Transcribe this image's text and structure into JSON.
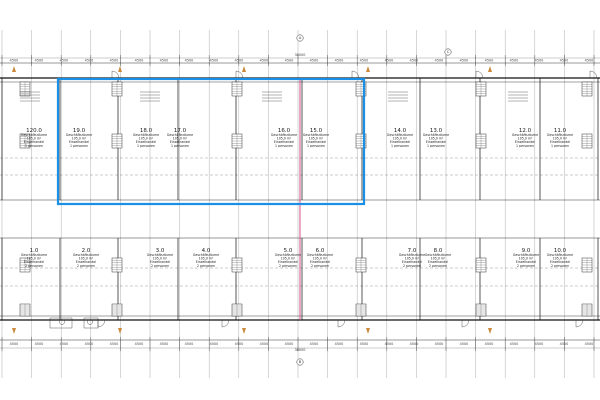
{
  "colors": {
    "selection": "#1a8fe6",
    "partition": "#d04080",
    "grid": "#777777",
    "wall": "#111111",
    "stair_accent": "#c98a3a"
  },
  "top_dims": [
    "4500",
    "4500",
    "4500",
    "4500",
    "4500",
    "4500",
    "4500",
    "4500",
    "4500",
    "4500",
    "4500",
    "4500",
    "4500",
    "4500",
    "4500",
    "4500",
    "4500",
    "4500",
    "4500",
    "4500",
    "4500",
    "4500",
    "4500",
    "4500"
  ],
  "bottom_dims": [
    "4500",
    "4500",
    "4500",
    "4500",
    "4500",
    "4500",
    "4500",
    "4500",
    "4500",
    "4500",
    "4500",
    "4500",
    "4500",
    "4500",
    "4500",
    "4500",
    "4500",
    "4500",
    "4500",
    "4500",
    "4500",
    "4500",
    "4500",
    "4500"
  ],
  "top_total": "36000",
  "bottom_total": "36000",
  "axis_markers": [
    "A",
    "B",
    "C"
  ],
  "upper_units": [
    {
      "number": "120.0",
      "lines": [
        "Geschäftsräume",
        "105,0 m²",
        "Einzelhandel",
        "1 personen"
      ]
    },
    {
      "number": "19.0",
      "lines": [
        "Geschäftsräume",
        "105,0 m²",
        "Einzelhandel",
        "1 personen"
      ]
    },
    {
      "number": "18.0",
      "lines": [
        "Geschäftsräume",
        "105,0 m²",
        "Einzelhandel",
        "1 personen"
      ]
    },
    {
      "number": "17.0",
      "lines": [
        "Geschäftsräume",
        "105,0 m²",
        "Einzelhandel",
        "1 personen"
      ]
    },
    {
      "number": "16.0",
      "lines": [
        "Geschäftsräume",
        "105,0 m²",
        "Einzelhandel",
        "1 personen"
      ]
    },
    {
      "number": "15.0",
      "lines": [
        "Geschäftsräume",
        "105,0 m²",
        "Einzelhandel",
        "1 personen"
      ]
    },
    {
      "number": "14.0",
      "lines": [
        "Geschäftsräume",
        "105,0 m²",
        "Einzelhandel",
        "1 personen"
      ]
    },
    {
      "number": "13.0",
      "lines": [
        "Geschäftsräume",
        "105,0 m²",
        "Einzelhandel",
        "1 personen"
      ]
    },
    {
      "number": "12.0",
      "lines": [
        "Geschäftsräume",
        "105,0 m²",
        "Einzelhandel",
        "1 personen"
      ]
    },
    {
      "number": "11.0",
      "lines": [
        "Geschäftsräume",
        "105,0 m²",
        "Einzelhandel",
        "1 personen"
      ]
    }
  ],
  "lower_units": [
    {
      "number": "1.0",
      "lines": [
        "Geschäftsräume",
        "105,0 m²",
        "Einzelhandel",
        "2 personen"
      ]
    },
    {
      "number": "2.0",
      "lines": [
        "Geschäftsräume",
        "105,0 m²",
        "Einzelhandel",
        "2 personen"
      ]
    },
    {
      "number": "3.0",
      "lines": [
        "Geschäftsräume",
        "105,0 m²",
        "Einzelhandel",
        "2 personen"
      ]
    },
    {
      "number": "4.0",
      "lines": [
        "Geschäftsräume",
        "105,0 m²",
        "Einzelhandel",
        "2 personen"
      ]
    },
    {
      "number": "5.0",
      "lines": [
        "Geschäftsräume",
        "105,0 m²",
        "Einzelhandel",
        "2 personen"
      ]
    },
    {
      "number": "6.0",
      "lines": [
        "Geschäftsräume",
        "105,0 m²",
        "Einzelhandel",
        "2 personen"
      ]
    },
    {
      "number": "7.0",
      "lines": [
        "Geschäftsräume",
        "105,0 m²",
        "Einzelhandel",
        "2 personen"
      ]
    },
    {
      "number": "8.0",
      "lines": [
        "Geschäftsräume",
        "105,0 m²",
        "Einzelhandel",
        "2 personen"
      ]
    },
    {
      "number": "9.0",
      "lines": [
        "Geschäftsräume",
        "105,0 m²",
        "Einzelhandel",
        "2 personen"
      ]
    },
    {
      "number": "10.0",
      "lines": [
        "Geschäftsräume",
        "105,0 m²",
        "Einzelhandel",
        "2 personen"
      ]
    }
  ]
}
